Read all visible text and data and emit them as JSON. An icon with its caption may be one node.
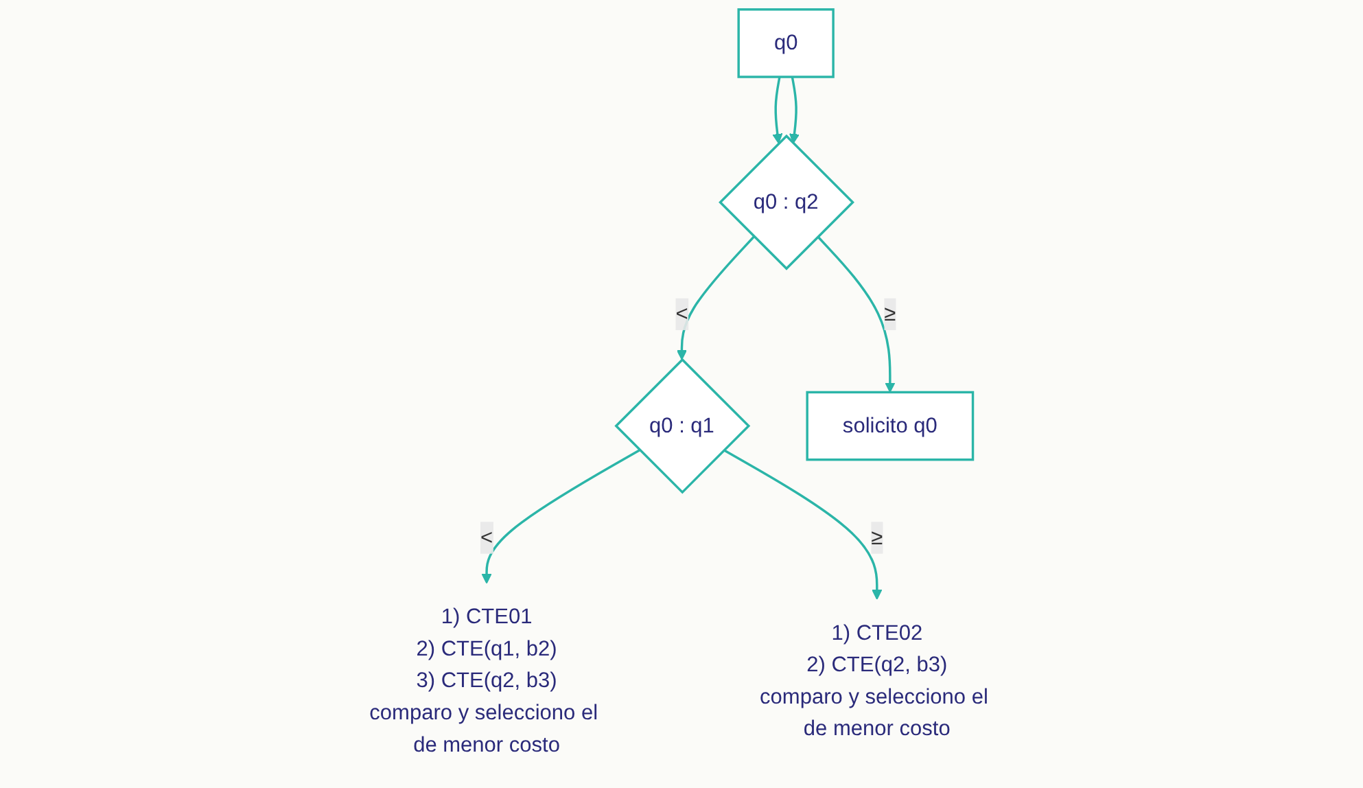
{
  "diagram": {
    "nodes": [
      {
        "text": [
          "q0"
        ]
      },
      {
        "text": [
          "q0 : q2"
        ]
      },
      {
        "text": [
          "q0 : q1"
        ]
      },
      {
        "text": [
          "solicito q0"
        ]
      },
      {
        "text": [
          "1) CTE01",
          "2) CTE(q1, b2)",
          "3) CTE(q2, b3)",
          "comparo y selecciono el de menor costo"
        ]
      },
      {
        "text": [
          "1) CTE02",
          "2) CTE(q2, b3)",
          "comparo y selecciono el de menor costo"
        ]
      }
    ],
    "edges": [
      {
        "from": 0,
        "to": 1,
        "arrow": "to"
      },
      {
        "from": 0,
        "to": 1,
        "arrow": "to"
      },
      {
        "from": 1,
        "to": 2,
        "label": "<",
        "arrow": "to"
      },
      {
        "from": 1,
        "to": 3,
        "label": "≥",
        "arrow": "to"
      },
      {
        "from": 2,
        "to": 4,
        "label": "<",
        "arrow": "to"
      },
      {
        "from": 2,
        "to": 5,
        "label": "≥",
        "arrow": "to"
      }
    ]
  }
}
